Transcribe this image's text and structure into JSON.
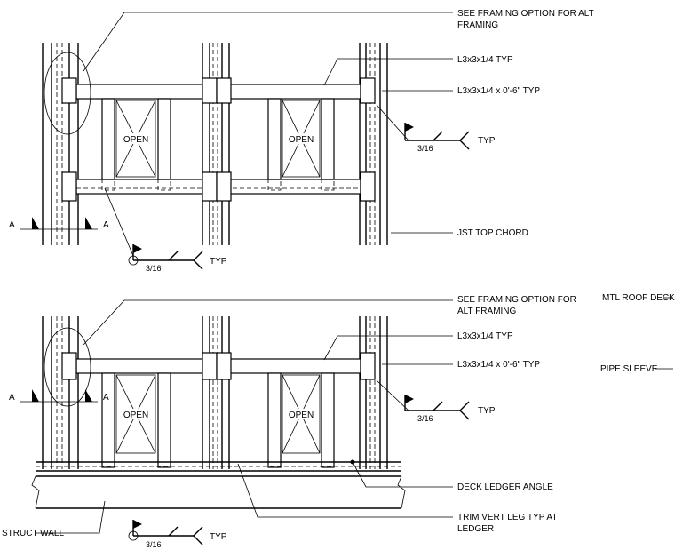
{
  "top_detail": {
    "callouts": {
      "alt_framing_line1": "SEE FRAMING OPTION FOR ALT",
      "alt_framing_line2": "FRAMING",
      "angle_typ": "L3x3x1/4 TYP",
      "angle_length_typ": "L3x3x1/4 x 0'-6\" TYP",
      "joist_top_chord": "JST TOP CHORD"
    },
    "openings": [
      "OPEN",
      "OPEN"
    ],
    "section_marks": [
      "A",
      "A"
    ],
    "welds": [
      {
        "size": "3/16",
        "note": "TYP"
      },
      {
        "size": "3/16",
        "note": "TYP"
      }
    ]
  },
  "bottom_detail": {
    "callouts": {
      "alt_framing_line1": "SEE FRAMING OPTION FOR",
      "alt_framing_line2": "ALT FRAMING",
      "angle_typ": "L3x3x1/4 TYP",
      "angle_length_typ": "L3x3x1/4 x 0'-6\" TYP",
      "deck_ledger": "DECK LEDGER ANGLE",
      "trim_line1": "TRIM VERT LEG TYP AT",
      "trim_line2": "LEDGER",
      "struct_wall": "STRUCT WALL"
    },
    "openings": [
      "OPEN",
      "OPEN"
    ],
    "section_marks": [
      "A",
      "A"
    ],
    "welds": [
      {
        "size": "3/16",
        "note": "TYP"
      },
      {
        "size": "3/16",
        "note": "TYP"
      }
    ]
  },
  "legend": {
    "roof_deck": "MTL ROOF DECK",
    "pipe_sleeve": "PIPE SLEEVE"
  }
}
